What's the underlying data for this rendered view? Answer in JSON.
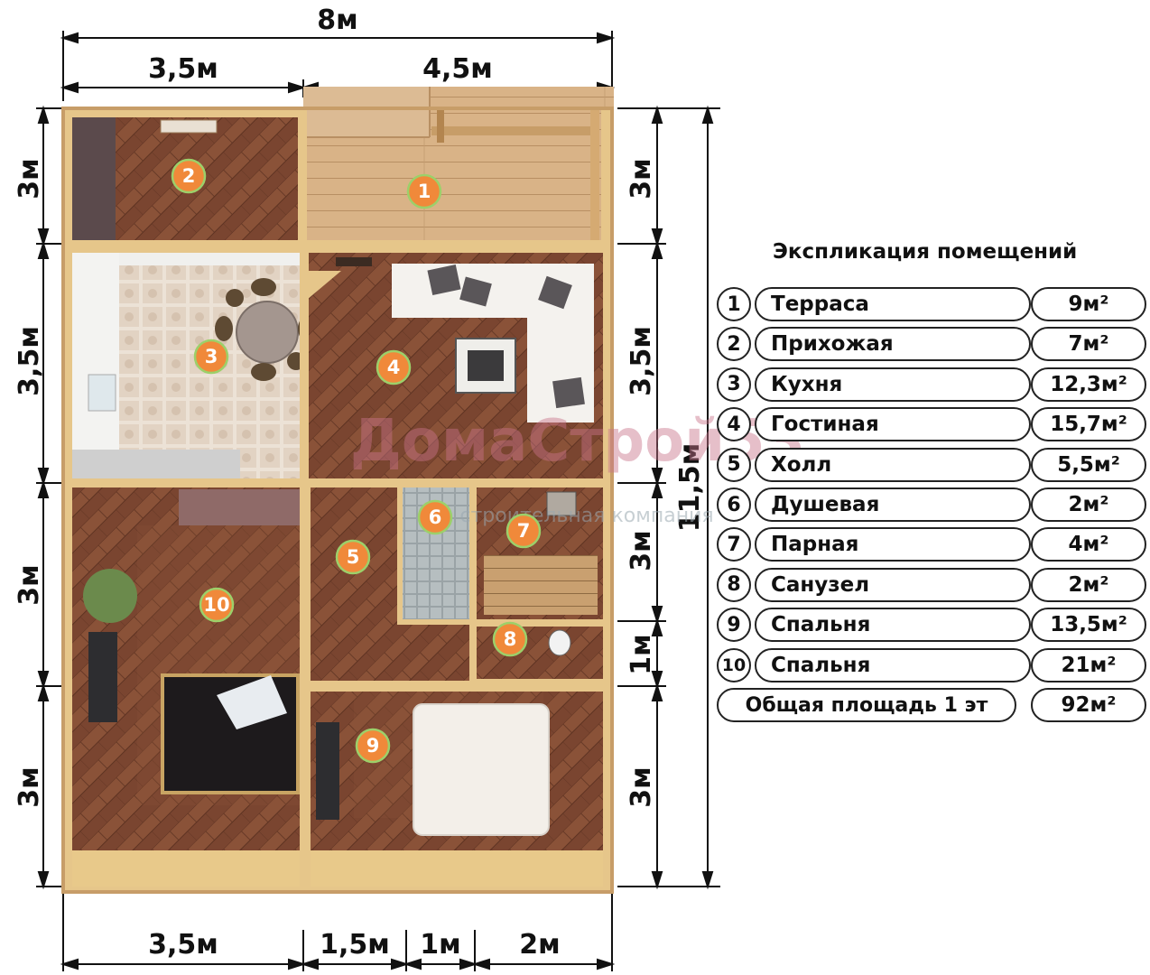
{
  "dimensions": {
    "total_width": "8м",
    "top_left": "3,5м",
    "top_right": "4,5м",
    "left_1": "3м",
    "left_2": "3,5м",
    "left_3": "3м",
    "left_4": "3м",
    "right_1": "3м",
    "right_2": "3,5м",
    "right_3": "3м",
    "right_4": "1м",
    "right_5": "3м",
    "total_height": "11,5м",
    "bottom_1": "3,5м",
    "bottom_2": "1,5м",
    "bottom_3": "1м",
    "bottom_4": "2м"
  },
  "badges": [
    "1",
    "2",
    "3",
    "4",
    "5",
    "6",
    "7",
    "8",
    "9",
    "10"
  ],
  "watermark": {
    "brand": "ДомаСтрой53",
    "subtitle": "строительная компания"
  },
  "colors": {
    "badge": "#f0893a",
    "badge_border": "#9cd06a",
    "floor_wood": "#7a4530",
    "deck_wood": "#d8b185",
    "wall": "#e8c98a",
    "tile": "#e9ddd0"
  },
  "legend": {
    "title": "Экспликация помещений",
    "rooms": [
      {
        "num": "1",
        "name": "Терраса",
        "area": "9м²"
      },
      {
        "num": "2",
        "name": "Прихожая",
        "area": "7м²"
      },
      {
        "num": "3",
        "name": "Кухня",
        "area": "12,3м²"
      },
      {
        "num": "4",
        "name": "Гостиная",
        "area": "15,7м²"
      },
      {
        "num": "5",
        "name": "Холл",
        "area": "5,5м²"
      },
      {
        "num": "6",
        "name": "Душевая",
        "area": "2м²"
      },
      {
        "num": "7",
        "name": "Парная",
        "area": "4м²"
      },
      {
        "num": "8",
        "name": "Санузел",
        "area": "2м²"
      },
      {
        "num": "9",
        "name": "Спальня",
        "area": "13,5м²"
      },
      {
        "num": "10",
        "name": "Спальня",
        "area": "21м²"
      }
    ],
    "total_label": "Общая площадь 1 эт",
    "total_area": "92м²"
  }
}
